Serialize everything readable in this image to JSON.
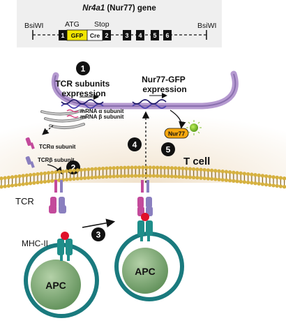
{
  "gene": {
    "title_italic": "Nr4a1",
    "title_rest": " (Nur77) gene",
    "site_left": "BsiWI",
    "site_right": "BsiWI",
    "atg": "ATG",
    "stop": "Stop",
    "exons": [
      "1",
      "2",
      "3",
      "4",
      "5",
      "6"
    ],
    "gfp": "GFP",
    "cre": "Cre"
  },
  "steps": [
    "1",
    "2",
    "3",
    "4",
    "5"
  ],
  "labels": {
    "tcr_expression": "TCR subunits\nexpression",
    "nur77_expression": "Nur77-GFP\nexpression",
    "mrna_alpha": "mRNA α subunit",
    "mrna_beta": "mRNA β subunit",
    "tcr_alpha": "TCRα subunit",
    "tcr_beta": "TCRβ subunit",
    "nur77_protein": "Nur77",
    "t_cell": "T cell",
    "tcr": "TCR",
    "mhc": "MHC-II",
    "apc_left": "APC",
    "apc_right": "APC"
  },
  "colors": {
    "membrane_head": "#d6b13f",
    "membrane_tail": "#8a6a22",
    "nucleus": "#b59ad0",
    "gfp": "#f2e600",
    "nur77": "#f5a70f",
    "tcr_pink": "#c34a9b",
    "tcr_violet": "#8a7fbf",
    "mhc_teal": "#1f8e8a",
    "peptide": "#e0102a",
    "apc_green": "#7ea875",
    "apc_ring": "#1a7a7e"
  }
}
